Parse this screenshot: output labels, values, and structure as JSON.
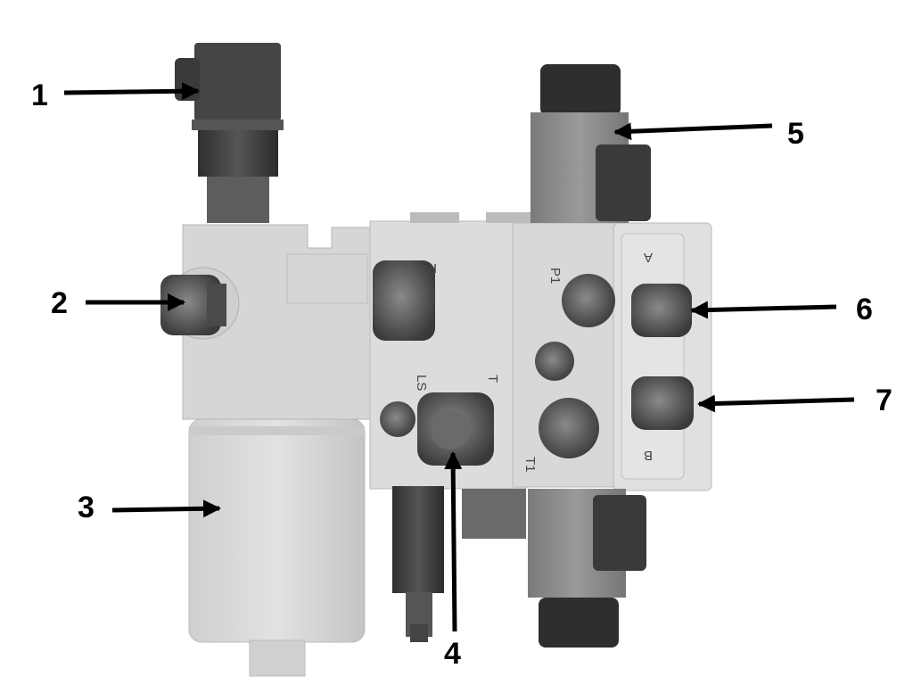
{
  "callouts": [
    {
      "id": "1",
      "label": "1"
    },
    {
      "id": "2",
      "label": "2"
    },
    {
      "id": "3",
      "label": "3"
    },
    {
      "id": "4",
      "label": "4"
    },
    {
      "id": "5",
      "label": "5"
    },
    {
      "id": "6",
      "label": "6"
    },
    {
      "id": "7",
      "label": "7"
    }
  ],
  "block_engravings": {
    "p": "P",
    "p1": "P1",
    "t": "T",
    "ls": "LS",
    "t1": "T1",
    "a": "A",
    "b": "B"
  },
  "colors": {
    "body_light": "#d9d9d9",
    "body_mid": "#c8c8c8",
    "dark_part": "#3f3f3f",
    "coil": "#8a8a8a",
    "arrow": "#000000"
  }
}
